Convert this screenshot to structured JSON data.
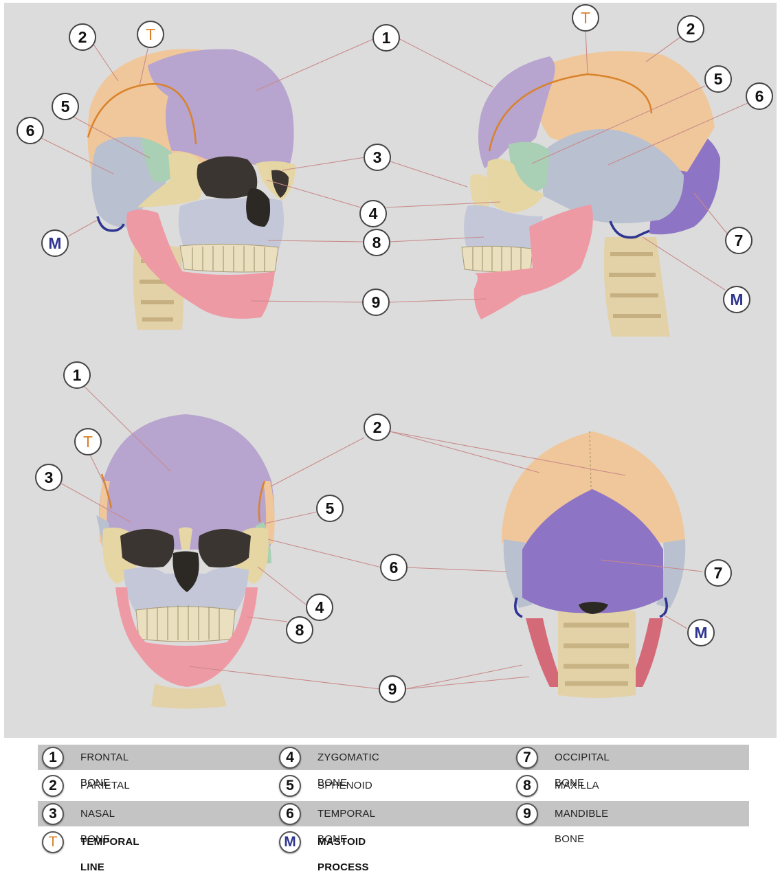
{
  "callouts": [
    {
      "view": "front-oblique",
      "label": "1"
    },
    {
      "view": "front-oblique",
      "label": "2"
    },
    {
      "view": "front-oblique",
      "label": "T"
    },
    {
      "view": "front-oblique",
      "label": "5"
    },
    {
      "view": "front-oblique",
      "label": "6"
    },
    {
      "view": "front-oblique",
      "label": "3"
    },
    {
      "view": "front-oblique",
      "label": "4"
    },
    {
      "view": "front-oblique",
      "label": "M"
    },
    {
      "view": "front-oblique",
      "label": "8"
    },
    {
      "view": "front-oblique",
      "label": "9"
    },
    {
      "view": "lateral",
      "label": "T"
    },
    {
      "view": "lateral",
      "label": "2"
    },
    {
      "view": "lateral",
      "label": "5"
    },
    {
      "view": "lateral",
      "label": "6"
    },
    {
      "view": "lateral",
      "label": "7"
    },
    {
      "view": "lateral",
      "label": "M"
    },
    {
      "view": "anterior",
      "label": "1"
    },
    {
      "view": "anterior",
      "label": "T"
    },
    {
      "view": "anterior",
      "label": "3"
    },
    {
      "view": "anterior",
      "label": "2"
    },
    {
      "view": "anterior",
      "label": "5"
    },
    {
      "view": "anterior",
      "label": "6"
    },
    {
      "view": "anterior",
      "label": "4"
    },
    {
      "view": "anterior",
      "label": "8"
    },
    {
      "view": "anterior",
      "label": "9"
    },
    {
      "view": "posterior",
      "label": "7"
    },
    {
      "view": "posterior",
      "label": "M"
    }
  ],
  "legend": {
    "rows": [
      [
        {
          "badge": "1",
          "text": "FRONTAL BONE"
        },
        {
          "badge": "4",
          "text": "ZYGOMATIC BONE"
        },
        {
          "badge": "7",
          "text": "OCCIPITAL BONE"
        }
      ],
      [
        {
          "badge": "2",
          "text": "PARIETAL BONE"
        },
        {
          "badge": "5",
          "text": "SPHENOID BONE"
        },
        {
          "badge": "8",
          "text": "MAXILLA BONE"
        }
      ],
      [
        {
          "badge": "3",
          "text": "NASAL BONE"
        },
        {
          "badge": "6",
          "text": "TEMPORAL BONE"
        },
        {
          "badge": "9",
          "text": "MANDIBLE BONE"
        }
      ],
      [
        {
          "badge": "T",
          "text": "TEMPORAL LINE"
        },
        {
          "badge": "M",
          "text": "MASTOID PROCESS"
        }
      ]
    ]
  },
  "colors": {
    "background": "#dcdcdc",
    "frontal": "#b7a4cf",
    "parietal": "#f0c79a",
    "nasal": "#e8d7a6",
    "zygomatic": "#e6d6a3",
    "sphenoid": "#a9d0b5",
    "temporal": "#b9c0cf",
    "occipital": "#8e74c4",
    "maxilla": "#c3c7d8",
    "mandible": "#ee9aa4",
    "temporal_line": "#d9822b",
    "mastoid": "#2e3590",
    "teeth": "#eadfbf",
    "spine": "#e3d2a8",
    "leader": "#c98a8a"
  }
}
